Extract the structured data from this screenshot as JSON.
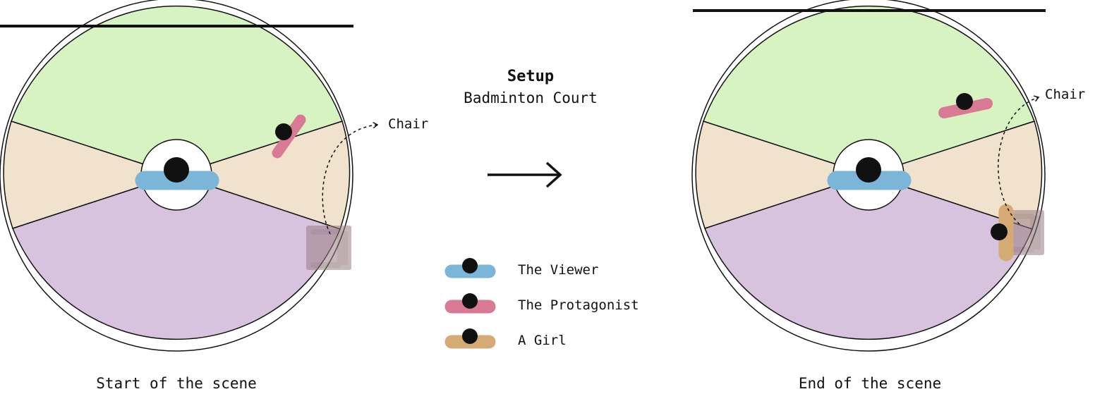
{
  "setup": {
    "title": "Setup",
    "subtitle": "Badminton Court"
  },
  "panels": {
    "start": {
      "caption": "Start of the scene",
      "chair_label": "Chair"
    },
    "end": {
      "caption": "End of the scene",
      "chair_label": "Chair"
    }
  },
  "legend": {
    "items": [
      {
        "label": "The Viewer",
        "color": "#7bb6d8"
      },
      {
        "label": "The Protagonist",
        "color": "#d97a95"
      },
      {
        "label": "A Girl",
        "color": "#d6aa74"
      }
    ]
  },
  "colors": {
    "front_sector": "#d7f3c2",
    "side_sector": "#f0e2cc",
    "back_sector": "#d8c3df",
    "viewer": "#7bb6d8",
    "protagonist": "#d97a95",
    "girl": "#d6aa74",
    "chair": "#9b7f86",
    "head": "#111111"
  },
  "icons": {
    "transition": "right-arrow-icon"
  }
}
